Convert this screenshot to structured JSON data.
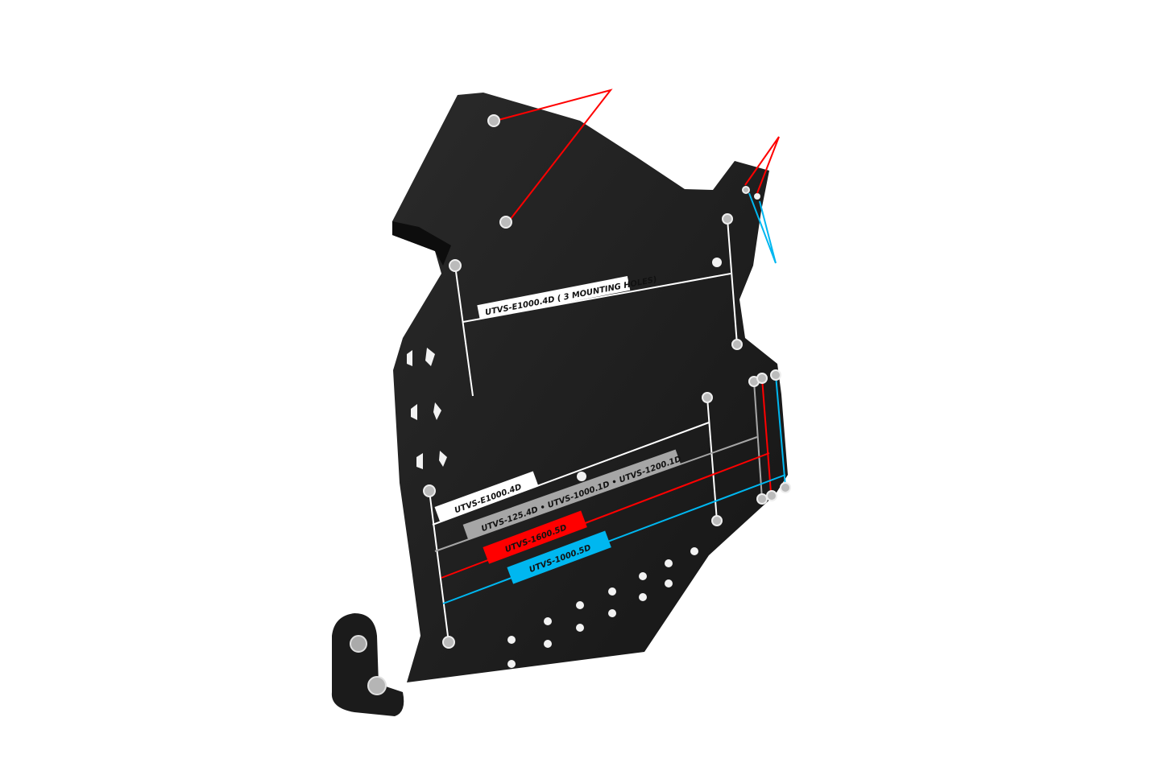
{
  "labels": {
    "e1000_4d_3holes": "UTVS-E1000.4D ( 3 MOUNTING HOLES)",
    "e1000_4d": "UTVS-E1000.4D",
    "gray_models": "UTVS-125.4D • UTVS-1000.1D • UTVS-1200.1D",
    "red_model": "UTVS-1600.5D",
    "blue_model": "UTVS-1000.5D"
  },
  "colors": {
    "plate": "#1e1e1e",
    "white_label": "#ffffff",
    "gray_label": "#a6a6a6",
    "red_label": "#ff0000",
    "blue_label": "#00b7f0"
  }
}
